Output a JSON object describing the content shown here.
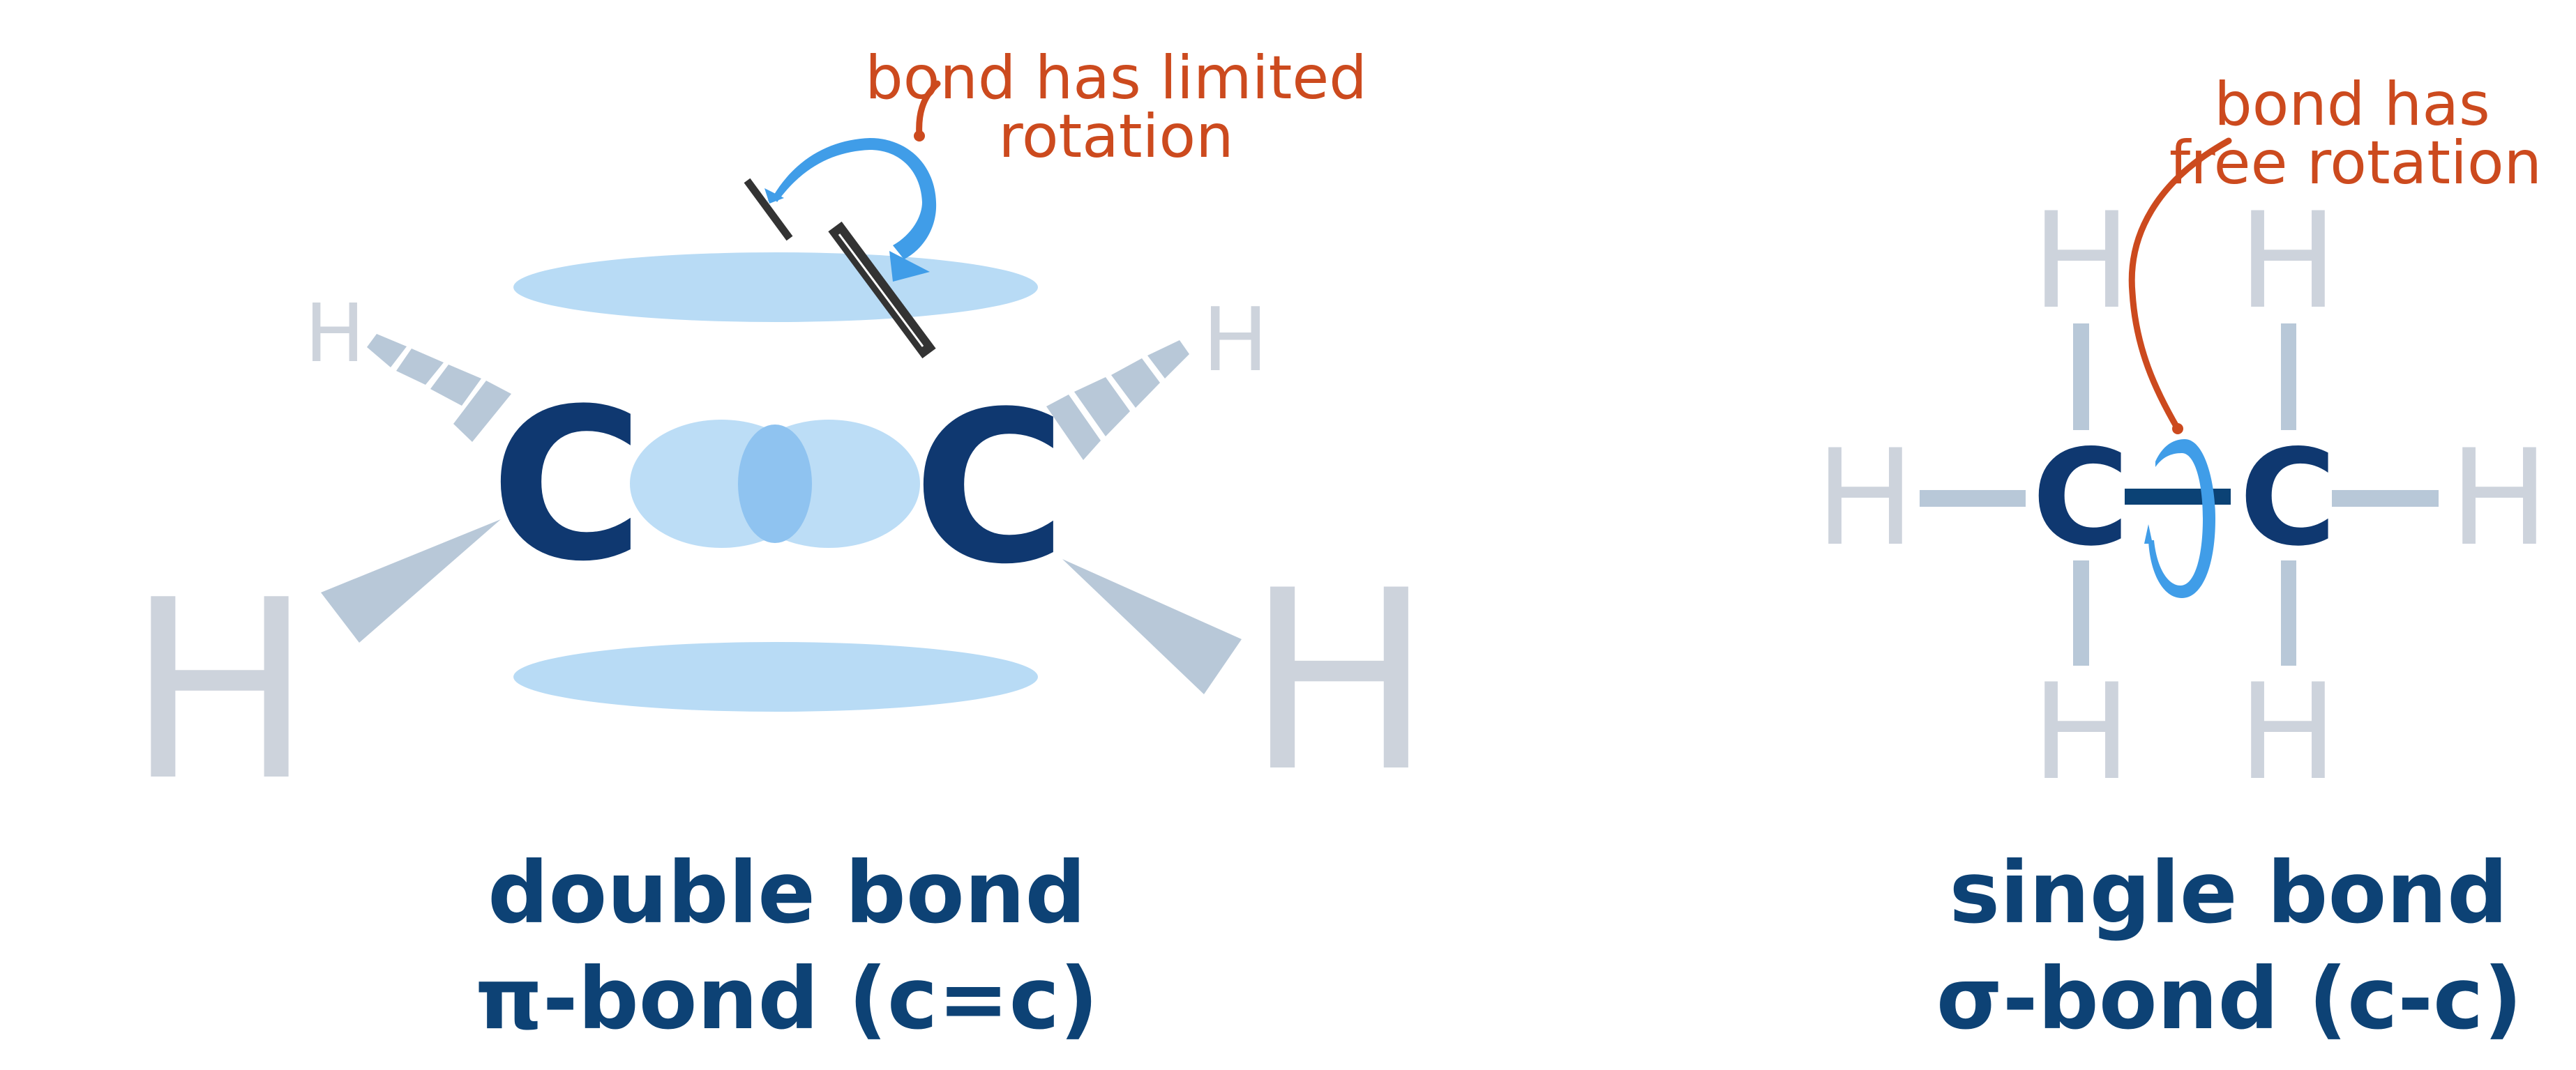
{
  "colors": {
    "carbon": "#0f3870",
    "hydrogen": "#cdd3dc",
    "wedge": "#b8c8d8",
    "orbital": "#b8dbf5",
    "orbital_overlap": "#8fc3f0",
    "rotation_arrow": "#409de8",
    "annotation": "#cc4a1e",
    "label": "#0d4275",
    "bond_bar": "#333333",
    "single_bond_line": "#b8c8d8",
    "cc_single_bond": "#0b4275"
  },
  "double_bond_panel": {
    "atoms": {
      "carbon_left": "C",
      "carbon_right": "C",
      "h_top_left": "H",
      "h_top_right": "H",
      "h_bottom_left": "H",
      "h_bottom_right": "H"
    },
    "annotation": {
      "line1": "bond has limited",
      "line2": "rotation"
    },
    "label": {
      "line1": "double bond",
      "line2": "π-bond (c=c)"
    }
  },
  "single_bond_panel": {
    "atoms": {
      "carbon_left": "C",
      "carbon_right": "C",
      "h_left": "H",
      "h_right": "H",
      "h_top_left": "H",
      "h_top_right": "H",
      "h_bottom_left": "H",
      "h_bottom_right": "H"
    },
    "annotation": {
      "line1": "bond has",
      "line2": "free rotation"
    },
    "label": {
      "line1": "single bond",
      "line2": "σ-bond (c-c)"
    }
  }
}
